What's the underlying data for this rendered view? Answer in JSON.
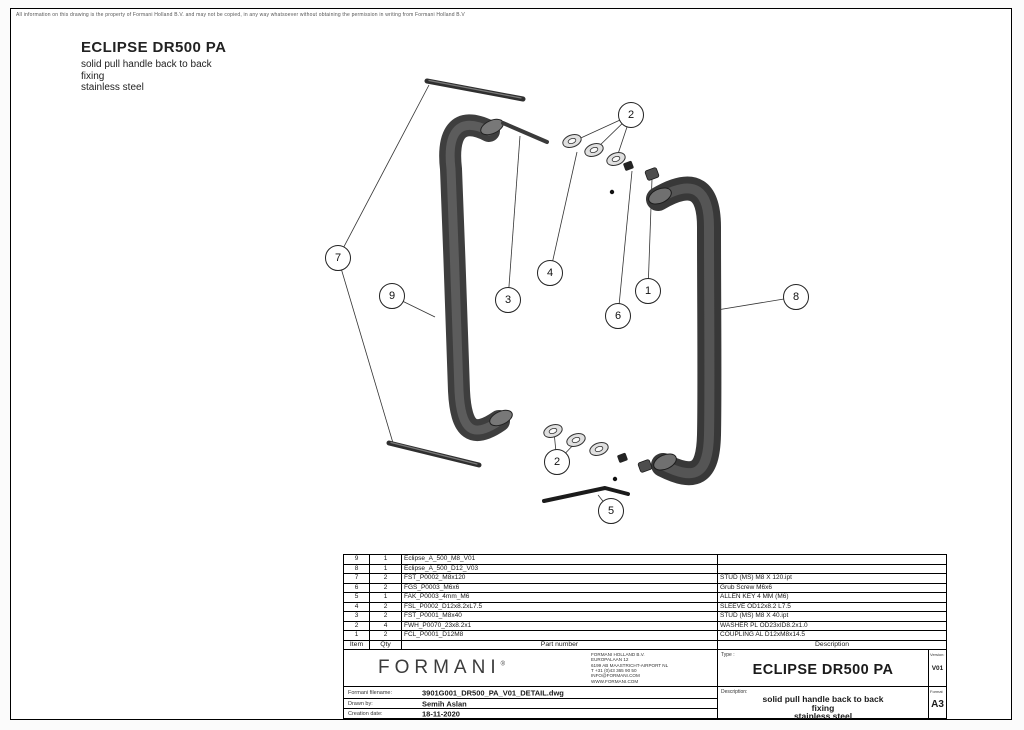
{
  "disclaimer": "All information on this drawing is the property of Formani Holland B.V. and may not be copied, in any way whatsoever without obtaining the permission in writing from Formani Holland B.V",
  "header": {
    "title": "ECLIPSE DR500 PA",
    "subtitle_lines": [
      "solid pull handle back to back",
      "fixing",
      "stainless steel"
    ]
  },
  "balloons": {
    "top_washers": "2",
    "long_studs": "7",
    "handle_left": "9",
    "short_stud": "3",
    "sleeve": "4",
    "grub_screw": "6",
    "coupling": "1",
    "handle_right": "8",
    "bottom_washers": "2",
    "allen_key": "5"
  },
  "bom": {
    "headers": [
      "Item",
      "Qty",
      "Part number",
      "Description"
    ],
    "rows": [
      {
        "item": "9",
        "qty": "1",
        "part": "Eclipse_A_500_M8_V01",
        "desc": ""
      },
      {
        "item": "8",
        "qty": "1",
        "part": "Eclipse_A_500_D12_V03",
        "desc": ""
      },
      {
        "item": "7",
        "qty": "2",
        "part": "FST_P0002_M8x120",
        "desc": "STUD (MS) M8 X 120.ipt"
      },
      {
        "item": "6",
        "qty": "2",
        "part": "FGS_P0003_M6x6",
        "desc": "Grub Screw M6x6"
      },
      {
        "item": "5",
        "qty": "1",
        "part": "FAK_P0003_4mm_M6",
        "desc": "ALLEN KEY 4 MM (M6)"
      },
      {
        "item": "4",
        "qty": "2",
        "part": "FSL_P0002_D12x8.2xL7.5",
        "desc": "SLEEVE OD12x8.2 L7.5"
      },
      {
        "item": "3",
        "qty": "2",
        "part": "FST_P0001_M8x40",
        "desc": "STUD (MS) M8 X 40.ipt"
      },
      {
        "item": "2",
        "qty": "4",
        "part": "FWH_P0070_23x8.2x1",
        "desc": "WASHER PL OD23xID8.2x1.0"
      },
      {
        "item": "1",
        "qty": "2",
        "part": "FCL_P0001_D12M8",
        "desc": "COUPLING AL D12xM8x14.5"
      }
    ]
  },
  "title_block": {
    "logo_text": "FORMANI",
    "logo_mark": "®",
    "address_lines": [
      "FORMANI HOLLAND B.V.",
      "EUROPALAAN 12",
      "6199 AB MAASTRICHT-AIRPORT NL",
      "T +31 (0)43 365 90 50",
      "INFO@FORMANI.COM",
      "WWW.FORMANI.COM"
    ],
    "type_label": "Type :",
    "type_value": "ECLIPSE DR500 PA",
    "version_label": "Version:",
    "version_value": "V01",
    "filename_label": "Formani filename:",
    "filename_value": "3901G001_DR500_PA_V01_DETAIL.dwg",
    "description_label": "Description:",
    "description_lines": [
      "solid pull handle back to back",
      "fixing",
      "stainless steel"
    ],
    "format_label": "Format",
    "format_value": "A3",
    "drawn_by_label": "Drawn by:",
    "drawn_by_value": "Semih Aslan",
    "date_label": "Creation date:",
    "date_value": "18-11-2020"
  },
  "colors": {
    "ink": "#1a1a1a",
    "handle_dark": "#3d3d3d",
    "handle_mid": "#5c5c5c",
    "metal_light": "#e0e0e0"
  }
}
